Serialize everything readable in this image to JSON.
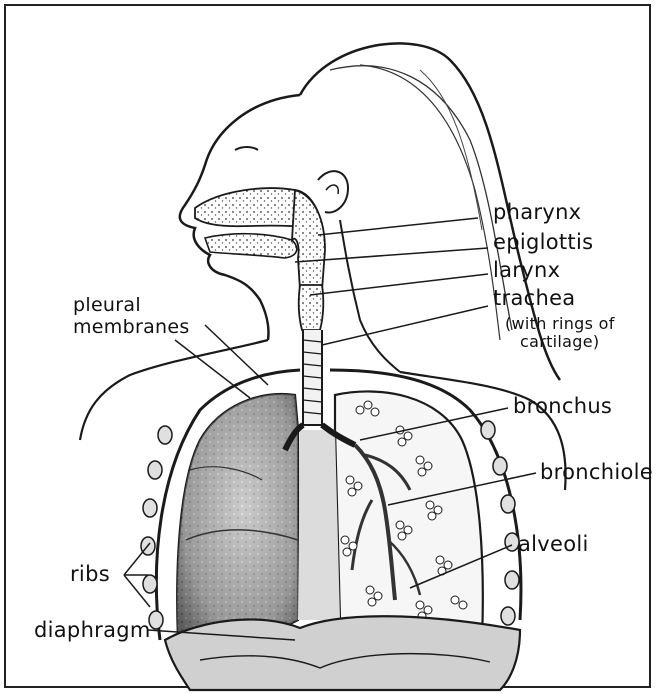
{
  "labels": {
    "pharynx": "pharynx",
    "epiglottis": "epiglottis",
    "larynx": "larynx",
    "trachea": "trachea",
    "trachea_note_1": "(with rings of",
    "trachea_note_2": "cartilage)",
    "pleural_1": "pleural",
    "pleural_2": "membranes",
    "bronchus": "bronchus",
    "bronchiole": "bronchiole",
    "alveoli": "alveoli",
    "ribs": "ribs",
    "diaphragm": "diaphragm"
  },
  "colors": {
    "ink": "#1a1a1a",
    "lung_shade": "#9a9a9a",
    "lung_dark": "#555555",
    "light_fill": "#e6e6e6"
  }
}
